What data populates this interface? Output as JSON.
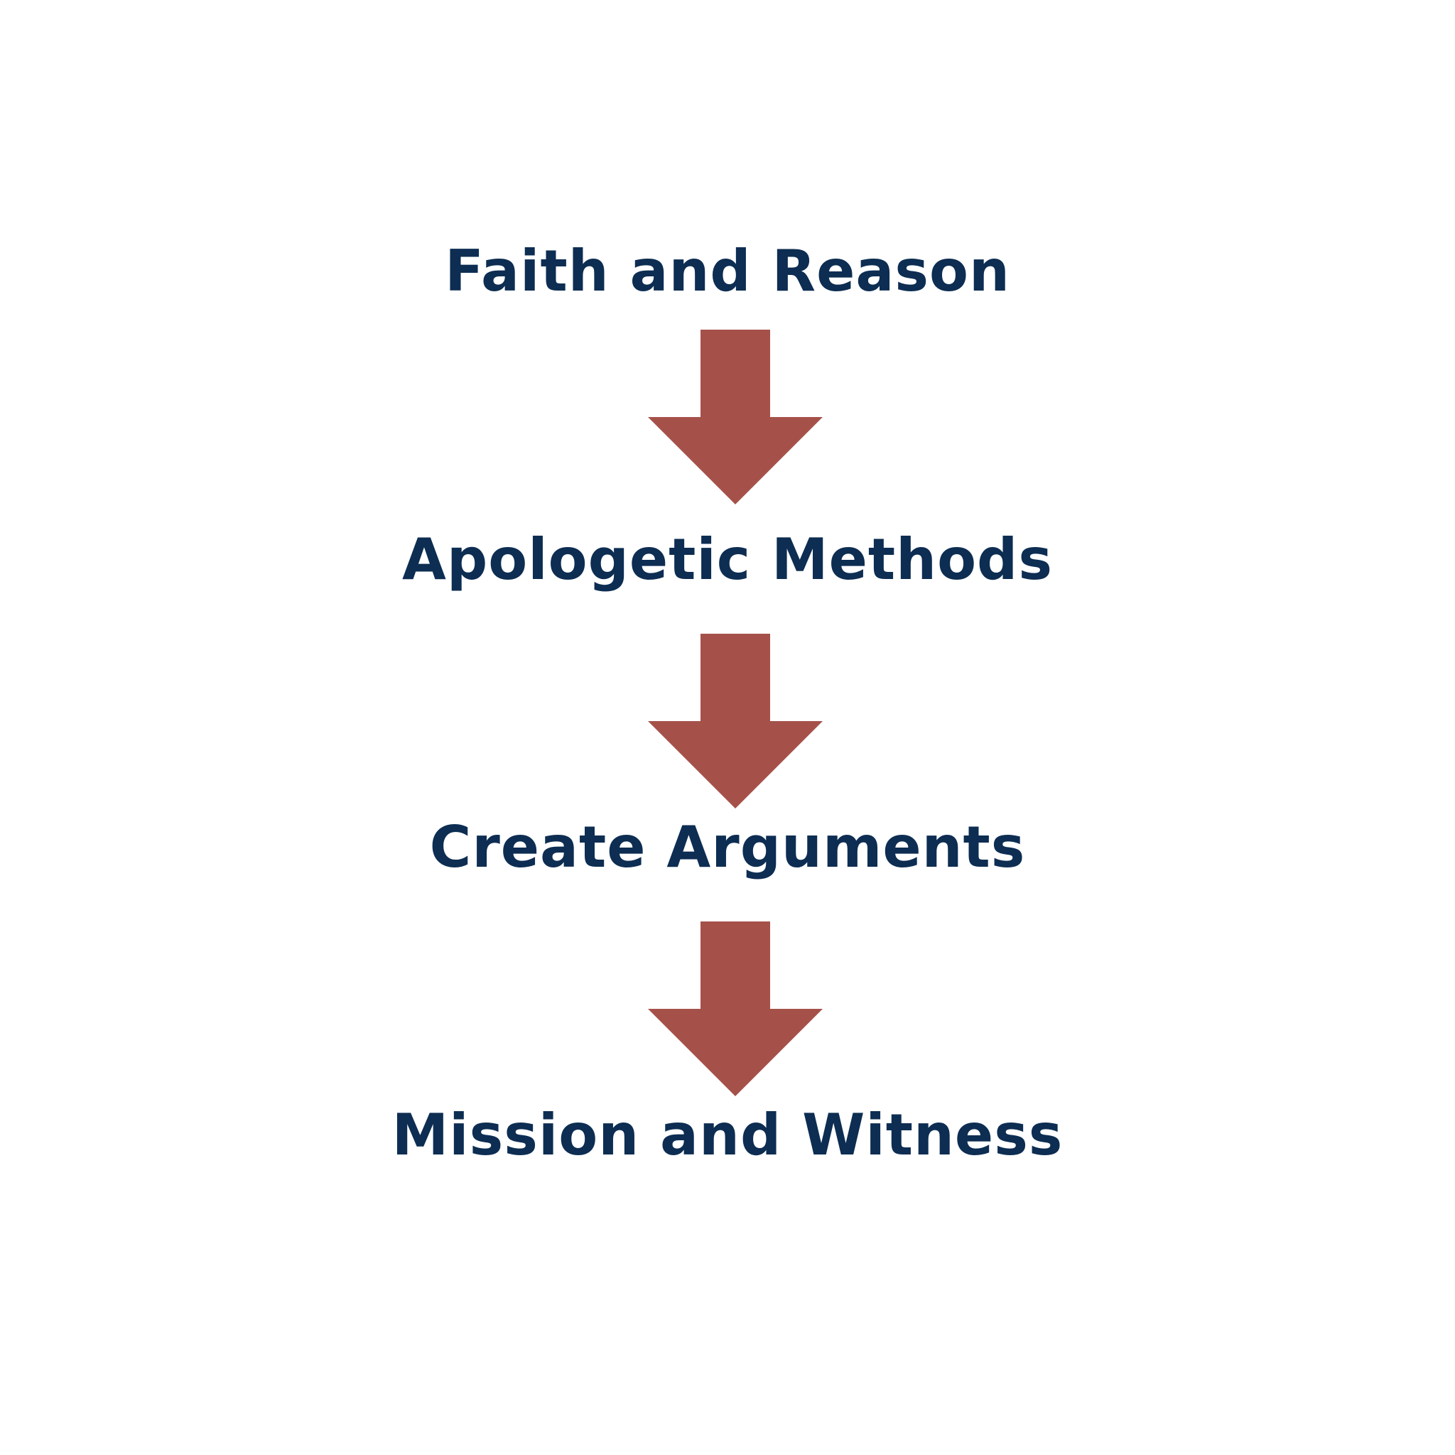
{
  "colors": {
    "background": "#ffffff",
    "text": "#0d2d52",
    "arrow": "#a5514a"
  },
  "steps": [
    {
      "label": "Faith and Reason"
    },
    {
      "label": "Apologetic Methods"
    },
    {
      "label": "Create Arguments"
    },
    {
      "label": "Mission and Witness"
    }
  ],
  "connectors": [
    {
      "icon": "down-arrow-icon"
    },
    {
      "icon": "down-arrow-icon"
    },
    {
      "icon": "down-arrow-icon"
    }
  ]
}
